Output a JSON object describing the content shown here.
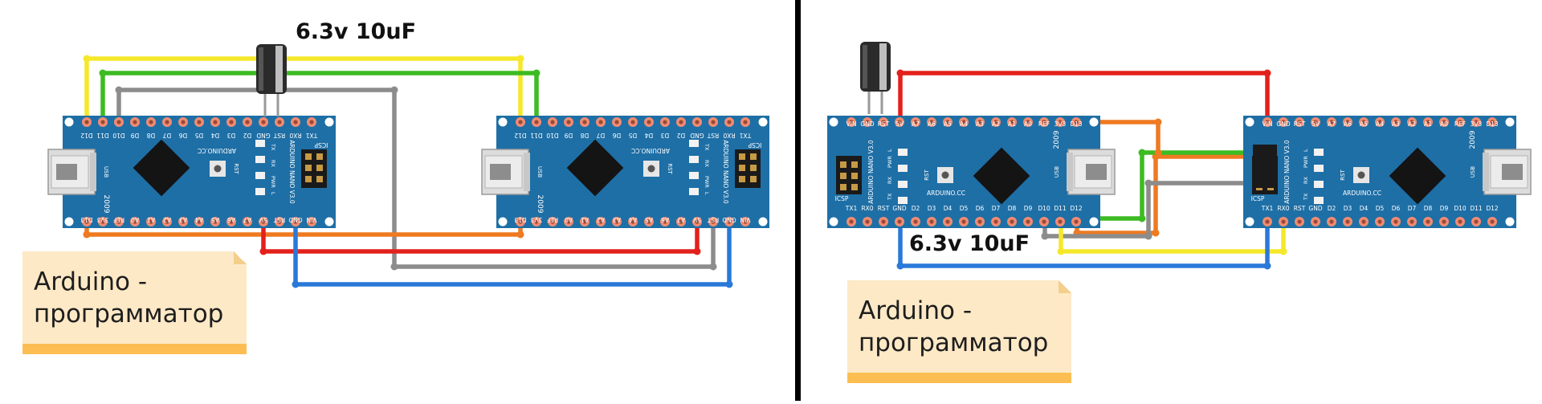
{
  "left_panel": {
    "capacitor_label": "6.3v 10uF",
    "note_lines": [
      "Arduino -",
      "программатор"
    ]
  },
  "right_panel": {
    "capacitor_label": "6.3v 10uF",
    "note_lines": [
      "Arduino -",
      "программатор"
    ]
  },
  "board": {
    "top_pins": [
      "D12",
      "D11",
      "D10",
      "D9",
      "D8",
      "D7",
      "D6",
      "D5",
      "D4",
      "D3",
      "D2",
      "GND",
      "RST",
      "RX0",
      "TX1"
    ],
    "bottom_pins": [
      "D13",
      "3V3",
      "REF",
      "A0",
      "A1",
      "A2",
      "A3",
      "A4",
      "A5",
      "A6",
      "A7",
      "5V",
      "RST",
      "GND",
      "VIN"
    ],
    "brand": "ARDUINO.CC",
    "model": "ARDUINO NANO V3.0",
    "year": "2009",
    "icsp": "ICSP",
    "usb": "USB",
    "rst_button": "RST",
    "leds": [
      "TX",
      "RX",
      "PWR",
      "L"
    ]
  },
  "wire_colors": {
    "yellow": "#f5e82a",
    "green": "#3dbb22",
    "gray": "#8c8c8c",
    "orange": "#ef7a22",
    "red": "#e3211c",
    "blue": "#2a79d9"
  },
  "board_color": "#1e6fa6"
}
